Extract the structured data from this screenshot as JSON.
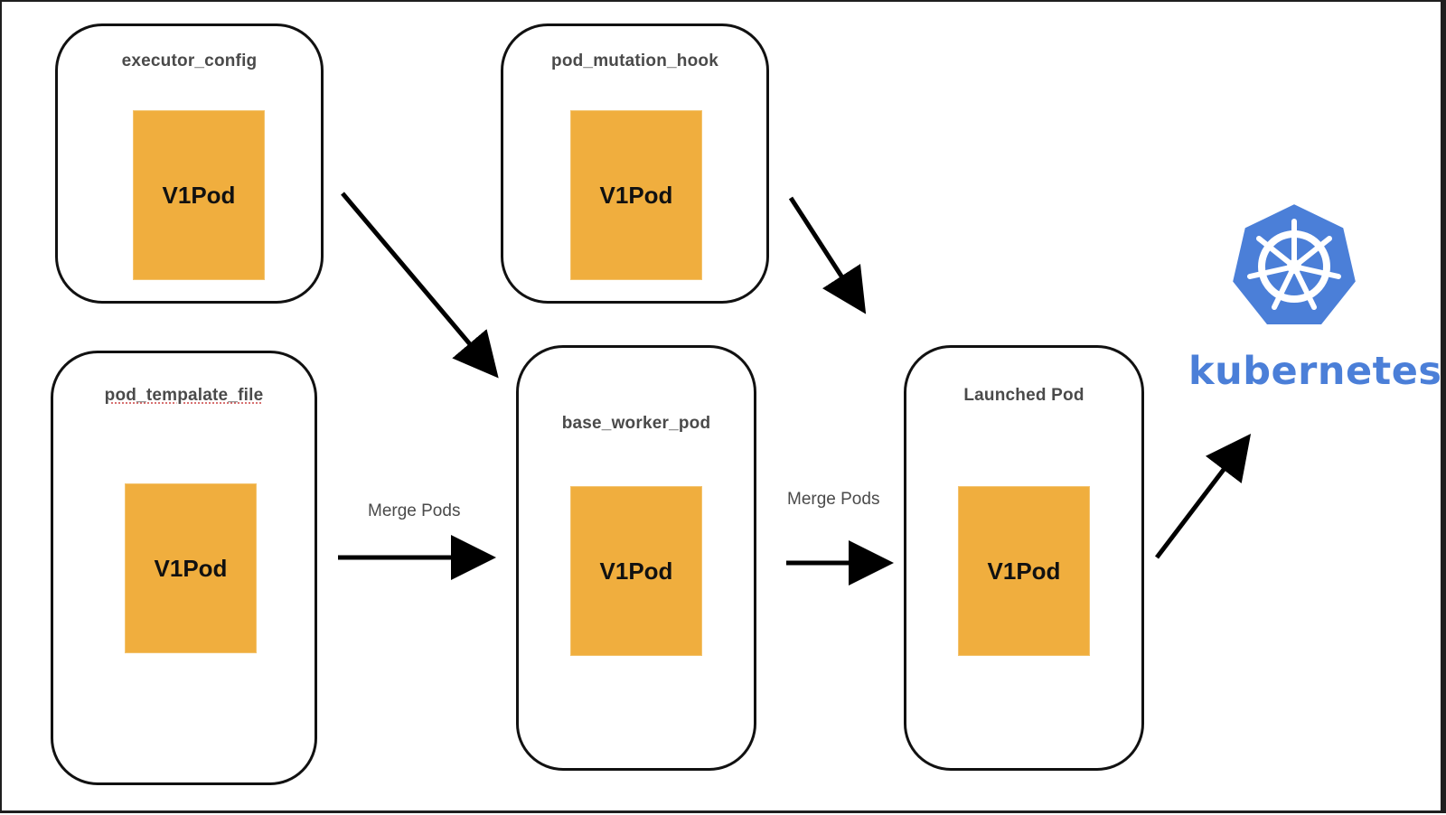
{
  "nodes": {
    "executor_config": {
      "title": "executor_config",
      "pod_label": "V1Pod"
    },
    "pod_mutation_hook": {
      "title": "pod_mutation_hook",
      "pod_label": "V1Pod"
    },
    "pod_template_file": {
      "title": "pod_tempalate_file",
      "pod_label": "V1Pod"
    },
    "base_worker_pod": {
      "title": "base_worker_pod",
      "pod_label": "V1Pod"
    },
    "launched_pod": {
      "title": "Launched Pod",
      "pod_label": "V1Pod"
    }
  },
  "edges": [
    {
      "from": "executor_config",
      "to": "base_worker_pod",
      "label": ""
    },
    {
      "from": "pod_template_file",
      "to": "base_worker_pod",
      "label": "Merge Pods"
    },
    {
      "from": "pod_mutation_hook",
      "to": "launched_pod",
      "label": ""
    },
    {
      "from": "base_worker_pod",
      "to": "launched_pod",
      "label": "Merge Pods"
    },
    {
      "from": "launched_pod",
      "to": "kubernetes",
      "label": ""
    }
  ],
  "logo": {
    "wordmark": "kubernetes",
    "icon": "kubernetes-helm-wheel-icon",
    "color": "#4b7fd8"
  },
  "colors": {
    "pod_fill": "#f0ae3e",
    "box_border": "#111111",
    "arrow": "#000000"
  }
}
